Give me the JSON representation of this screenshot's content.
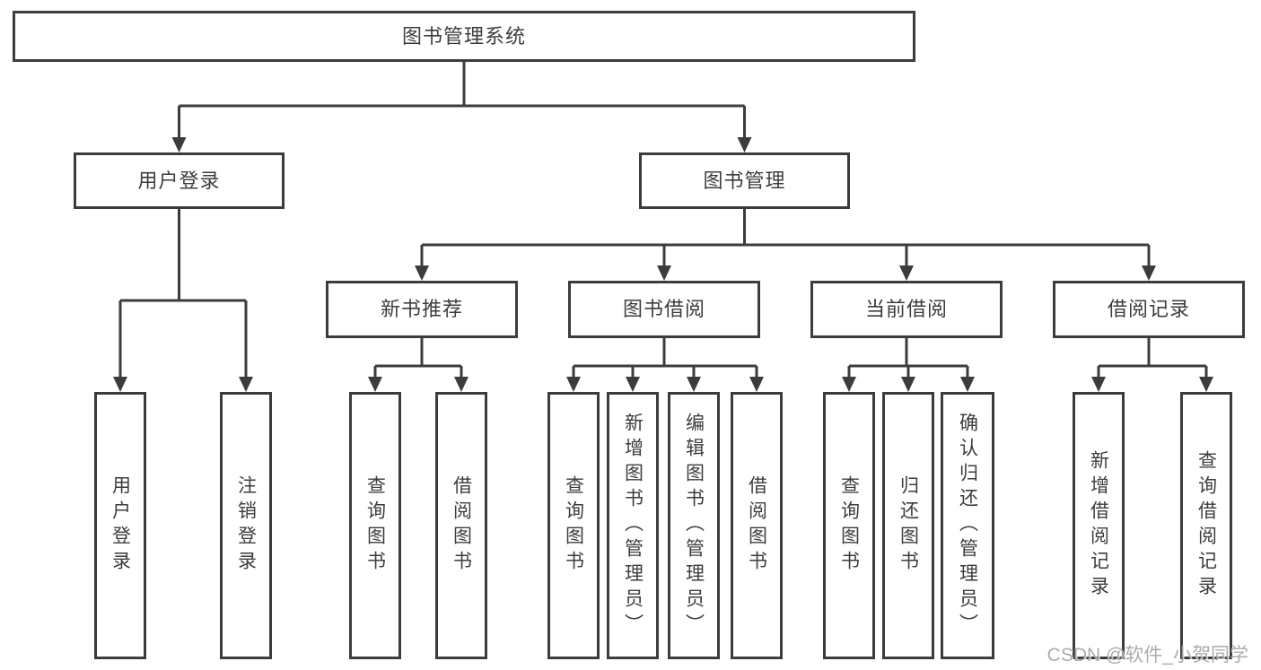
{
  "diagram": {
    "watermark": "CSDN @软件_小贺同学",
    "colors": {
      "line": "#3c3c3c",
      "box_border": "#3c3c3c",
      "text": "#3d3d3d",
      "background": "#ffffff",
      "watermark": "#9e9e9e"
    },
    "tree": {
      "label": "图书管理系统",
      "children": [
        {
          "label": "用户登录",
          "children": [
            {
              "label": "用户登录"
            },
            {
              "label": "注销登录"
            }
          ]
        },
        {
          "label": "图书管理",
          "children": [
            {
              "label": "新书推荐",
              "children": [
                {
                  "label": "查询图书"
                },
                {
                  "label": "借阅图书"
                }
              ]
            },
            {
              "label": "图书借阅",
              "children": [
                {
                  "label": "查询图书"
                },
                {
                  "label": "新增图书（管理员）"
                },
                {
                  "label": "编辑图书（管理员）"
                },
                {
                  "label": "借阅图书"
                }
              ]
            },
            {
              "label": "当前借阅",
              "children": [
                {
                  "label": "查询图书"
                },
                {
                  "label": "归还图书"
                },
                {
                  "label": "确认归还（管理员）"
                }
              ]
            },
            {
              "label": "借阅记录",
              "children": [
                {
                  "label": "新增借阅记录"
                },
                {
                  "label": "查询借阅记录"
                }
              ]
            }
          ]
        }
      ]
    }
  }
}
